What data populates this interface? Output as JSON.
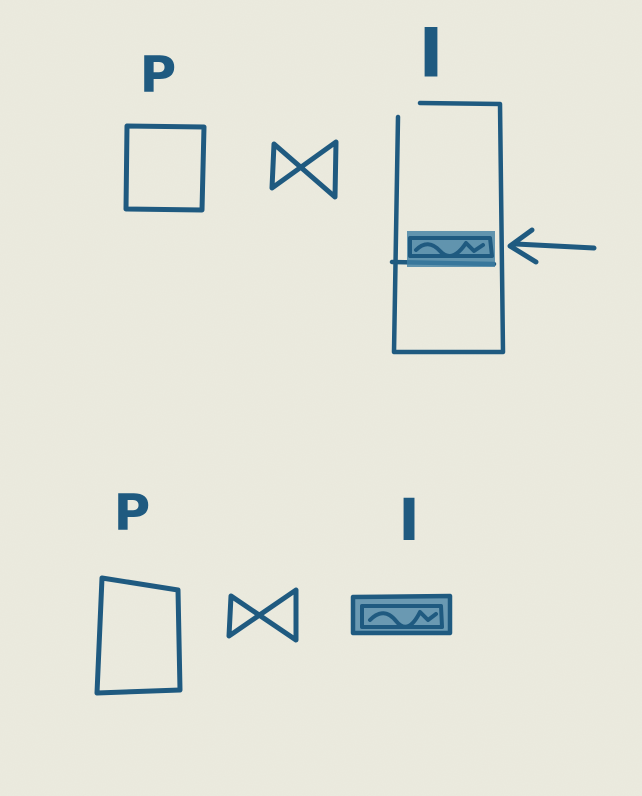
{
  "colors": {
    "paper": "#ecebdf",
    "ink": "#1f5a80",
    "ink_light": "#3f7ea3"
  },
  "upper_diagram": {
    "left_label": "P",
    "right_label": "I"
  },
  "lower_diagram": {
    "left_label": "P",
    "right_label": "I"
  }
}
